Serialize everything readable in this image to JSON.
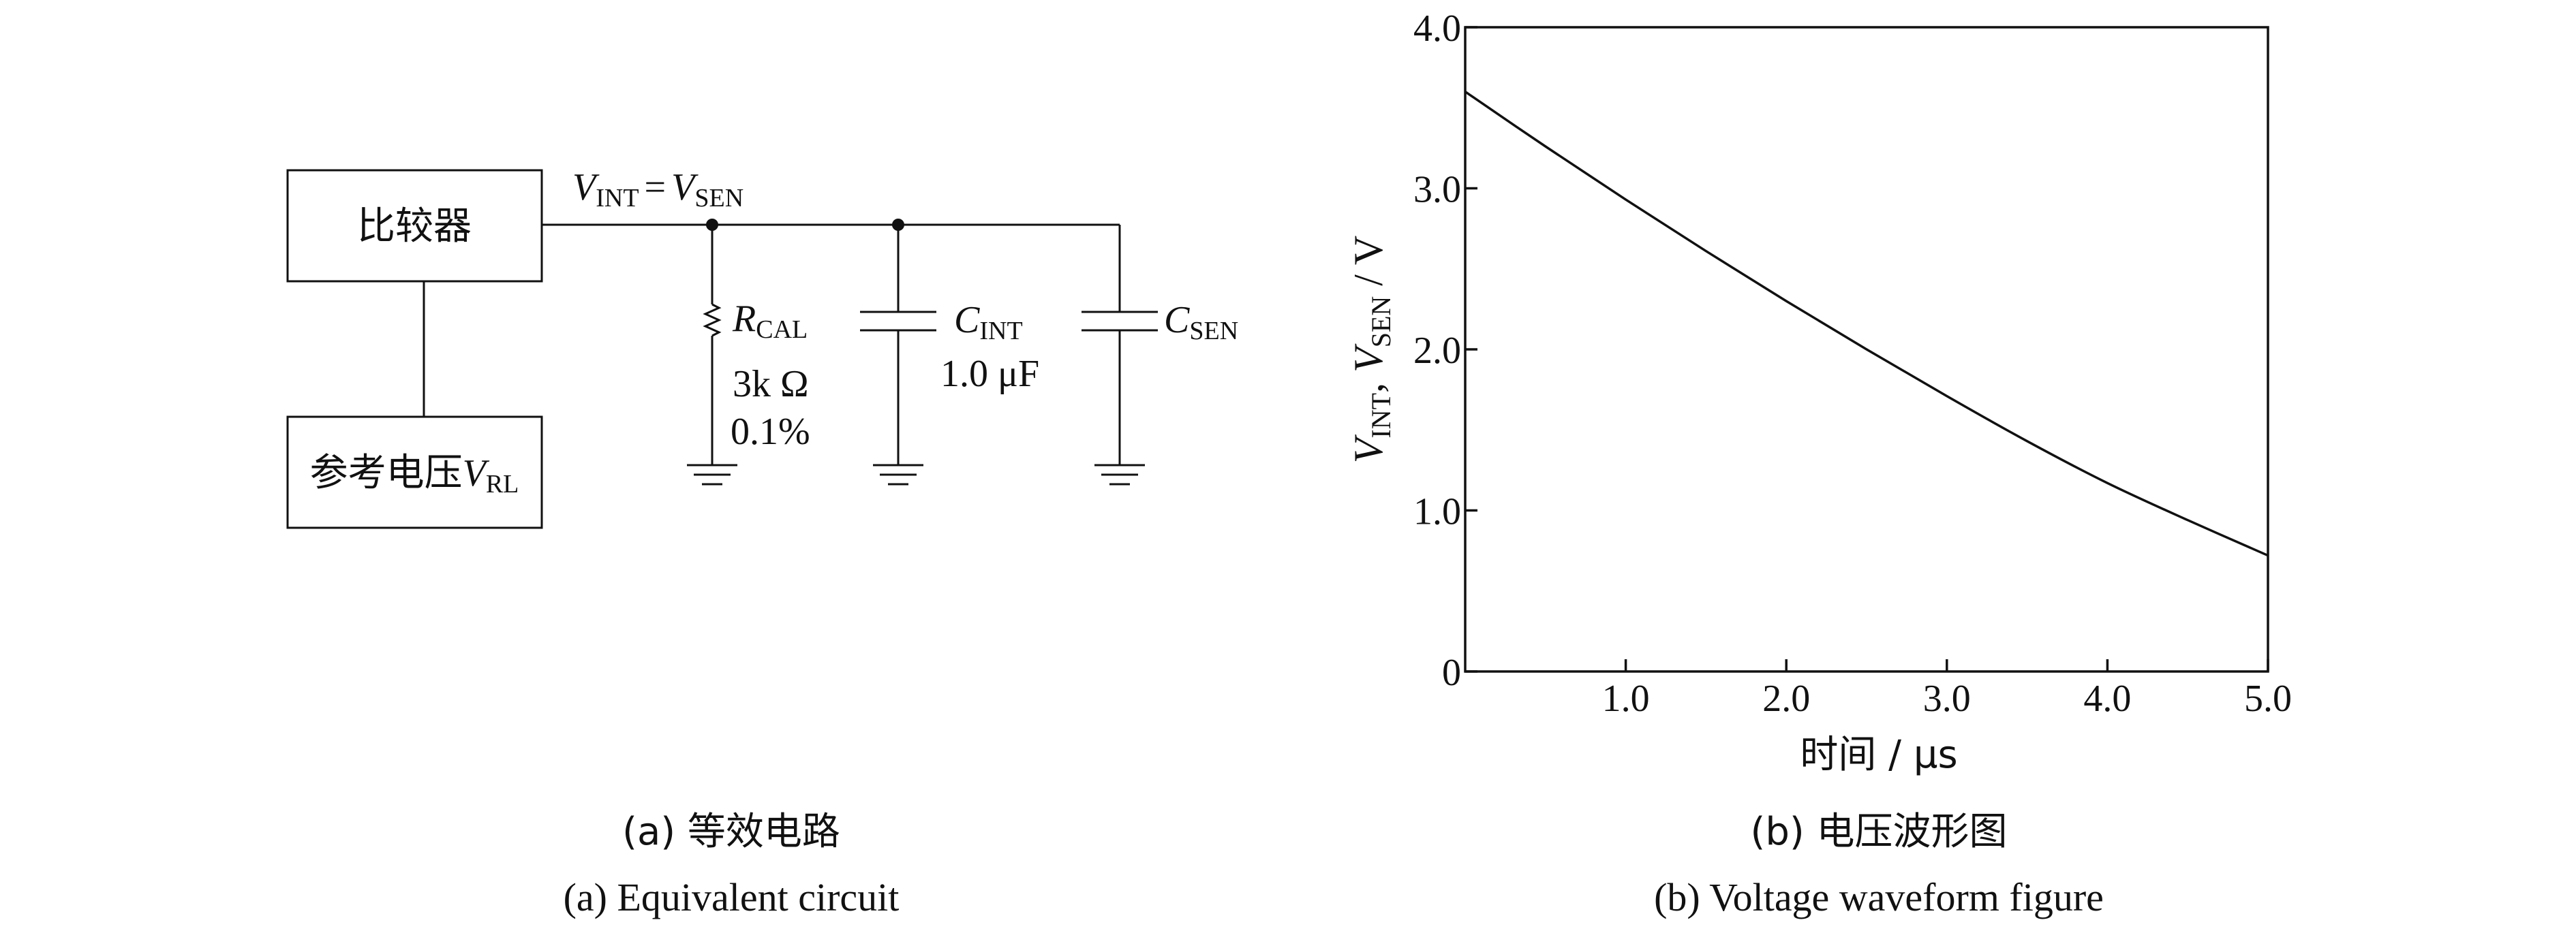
{
  "circuit": {
    "comparator_label": "比较器",
    "reference_label_prefix": "参考电压",
    "reference_sym_main": "V",
    "reference_sym_sub": "RL",
    "node_label": {
      "v1": "V",
      "s1": "INT",
      "eq": "=",
      "v2": "V",
      "s2": "SEN"
    },
    "resistor": {
      "sym": "R",
      "sub": "CAL",
      "value": "3k Ω",
      "tolerance": "0.1%"
    },
    "c_int": {
      "sym": "C",
      "sub": "INT",
      "value": "1.0 μF"
    },
    "c_sen": {
      "sym": "C",
      "sub": "SEN"
    },
    "caption_cn": "(a) 等效电路",
    "caption_en": "(a) Equivalent circuit"
  },
  "chart_data": {
    "type": "line",
    "title": "",
    "xlabel": "时间 / μs",
    "ylabel_parts": [
      "V",
      "INT",
      ", ",
      "V",
      "SEN",
      " / V"
    ],
    "xlim": [
      0,
      5.0
    ],
    "ylim": [
      0,
      4.0
    ],
    "x_ticks": [
      1.0,
      2.0,
      3.0,
      4.0,
      5.0
    ],
    "x_tick_labels": [
      "1.0",
      "2.0",
      "3.0",
      "4.0",
      "5.0"
    ],
    "y_ticks": [
      0,
      1.0,
      2.0,
      3.0,
      4.0
    ],
    "y_tick_labels": [
      "0",
      "1.0",
      "2.0",
      "3.0",
      "4.0"
    ],
    "grid": false,
    "series": [
      {
        "x": [
          0,
          0.5,
          1.0,
          1.5,
          2.0,
          2.5,
          3.0,
          3.5,
          4.0,
          4.5,
          5.0
        ],
        "y": [
          3.6,
          3.26,
          2.93,
          2.61,
          2.3,
          2.0,
          1.71,
          1.43,
          1.17,
          0.94,
          0.72
        ]
      }
    ],
    "caption_cn": "(b) 电压波形图",
    "caption_en": "(b) Voltage waveform figure"
  }
}
